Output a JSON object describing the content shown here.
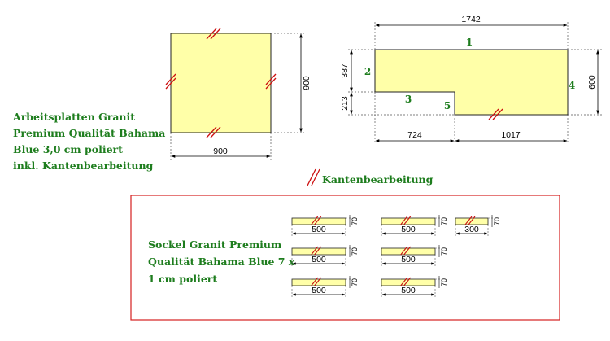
{
  "description": {
    "line1": "Arbeitsplatten Granit",
    "line2": "Premium Qualität Bahama",
    "line3": "Blue 3,0 cm poliert",
    "line4": "inkl. Kantenbearbeitung"
  },
  "plate1": {
    "width": "900",
    "height": "900"
  },
  "plate2": {
    "total_width": "1742",
    "total_height": "600",
    "upper_height": "387",
    "lower_height": "213",
    "left_width": "724",
    "right_width": "1017",
    "edges": [
      "1",
      "2",
      "3",
      "4",
      "5"
    ]
  },
  "legend": {
    "label": "Kantenbearbeitung"
  },
  "sockel": {
    "line1": "Sockel Granit Premium",
    "line2": "Qualität Bahama Blue 7 x",
    "line3": "1 cm poliert",
    "height_label": "70",
    "pieces": [
      "500",
      "500",
      "500",
      "500",
      "500",
      "500",
      "300"
    ]
  },
  "colors": {
    "plate_fill": "#ffffa8",
    "edge_mark": "#cc1111",
    "label_green": "#1e7d1e",
    "frame": "#d42020"
  }
}
